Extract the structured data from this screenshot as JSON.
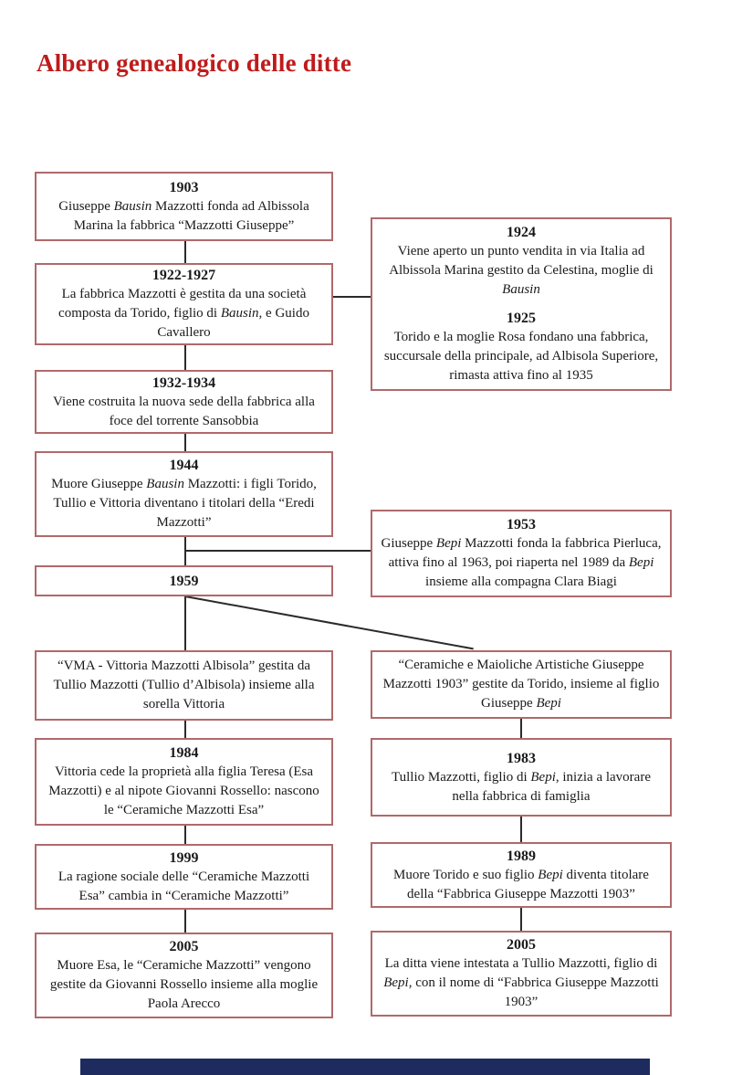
{
  "page": {
    "title": "Albero genealogico delle ditte"
  },
  "colors": {
    "title_red": "#bf1b1b",
    "box_border": "#b0696b",
    "connector": "#2a2a2a",
    "bottom_bar": "#1d2b5e"
  },
  "tree": {
    "left_column": [
      {
        "date": "1903",
        "text": "Giuseppe *Bausin* Mazzotti fonda ad Albissola Marina la fabbrica “Mazzotti Giuseppe”"
      },
      {
        "date": "1922-1927",
        "text": "La fabbrica Mazzotti è gestita da una società composta da Torido, figlio di *Bausin*, e Guido Cavallero"
      },
      {
        "date": "1932-1934",
        "text": "Viene costruita la nuova sede della fabbrica alla foce del torrente Sansobbia"
      },
      {
        "date": "1944",
        "text": "Muore Giuseppe *Bausin* Mazzotti: i figli Torido, Tullio e Vittoria diventano i titolari della “Eredi Mazzotti”"
      },
      {
        "date": "1959"
      }
    ],
    "right_column": {
      "branch_1924_1925": {
        "sections": [
          {
            "date": "1924",
            "text": "Viene aperto un punto vendita in via Italia ad Albissola Marina gestito da Celestina, moglie di *Bausin*"
          },
          {
            "date": "1925",
            "text": "Torido e la moglie Rosa fondano una fabbrica, succursale della principale, ad Albisola Superiore, rimasta attiva fino al 1935"
          }
        ]
      },
      "branch_1953": {
        "date": "1953",
        "text": "Giuseppe *Bepi* Mazzotti fonda la fabbrica Pierluca, attiva fino al 1963, poi riaperta nel 1989 da *Bepi* insieme alla compagna Clara Biagi"
      }
    },
    "bottom_left_column": [
      {
        "text": "“VMA - Vittoria Mazzotti Albisola” gestita da Tullio Mazzotti (Tullio d’Albisola) insieme alla sorella Vittoria"
      },
      {
        "date": "1984",
        "text": "Vittoria cede la proprietà alla figlia Teresa (Esa Mazzotti) e al nipote Giovanni Rossello: nascono le “Ceramiche Mazzotti Esa”"
      },
      {
        "date": "1999",
        "text": "La ragione sociale delle “Ceramiche Mazzotti Esa” cambia in “Ceramiche Mazzotti”"
      },
      {
        "date": "2005",
        "text": "Muore Esa, le “Ceramiche Mazzotti” vengono gestite da Giovanni Rossello insieme alla moglie Paola Arecco"
      }
    ],
    "bottom_right_column": [
      {
        "text": "“Ceramiche e Maioliche Artistiche Giuseppe Mazzotti 1903” gestite da Torido, insieme al figlio Giuseppe *Bepi*"
      },
      {
        "date": "1983",
        "text": "Tullio Mazzotti, figlio di *Bepi*, inizia a lavorare nella fabbrica di famiglia"
      },
      {
        "date": "1989",
        "text": "Muore Torido e suo figlio *Bepi* diventa titolare della “Fabbrica Giuseppe Mazzotti 1903”"
      },
      {
        "date": "2005",
        "text": "La ditta viene intestata a Tullio Mazzotti, figlio di *Bepi*, con il nome di “Fabbrica Giuseppe Mazzotti 1903”"
      }
    ]
  }
}
